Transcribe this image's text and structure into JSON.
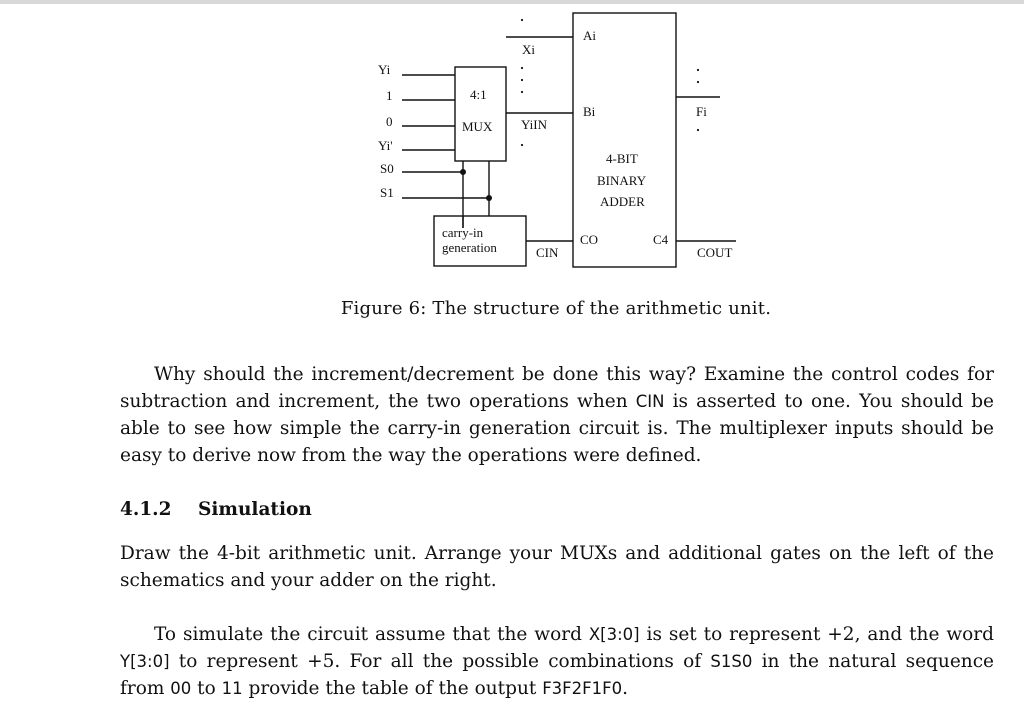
{
  "figure": {
    "labels": {
      "yi": "Yi",
      "one": "1",
      "zero": "0",
      "yi_prime": "Yi'",
      "s0": "S0",
      "s1": "S1",
      "mux_top": "4:1",
      "mux_bottom": "MUX",
      "xi": "Xi",
      "yiin": "YiIN",
      "ai": "Ai",
      "bi": "Bi",
      "fi": "Fi",
      "adder_line1": "4-BIT",
      "adder_line2": "BINARY",
      "adder_line3": "ADDER",
      "co": "CO",
      "c4": "C4",
      "cout": "COUT",
      "cin": "CIN",
      "carry_line1": "carry-in",
      "carry_line2": "generation"
    },
    "caption": "Figure 6: The structure of the arithmetic unit."
  },
  "para1": {
    "l1": "Why should the increment/decrement be done this way? Examine the control codes for",
    "l2a": "subtraction and increment, the two operations when ",
    "l2code": "CIN",
    "l2b": " is asserted to one. You should be",
    "l3": "able to see how simple the carry-in generation circuit is. The multiplexer inputs should be",
    "l4": "easy to derive now from the way the operations were defined."
  },
  "section": {
    "number": "4.1.2",
    "title": "Simulation"
  },
  "para2": {
    "l1": "Draw the 4-bit arithmetic unit. Arrange your MUXs and additional gates on the left of the",
    "l2": "schematics and your adder on the right."
  },
  "para3": {
    "l1a": "To simulate the circuit assume that the word ",
    "l1code": "X[3:0]",
    "l1b": " is set to represent +2, and the word",
    "l2code": "Y[3:0]",
    "l2b": " to represent +5. For all the possible combinations of ",
    "l2code2": "S1S0",
    "l2c": " in the natural sequence",
    "l3a": "from ",
    "l3code1": "00",
    "l3b": " to ",
    "l3code2": "11",
    "l3c": " provide the table of the output ",
    "l3code3": "F3F2F1F0",
    "l3d": "."
  }
}
